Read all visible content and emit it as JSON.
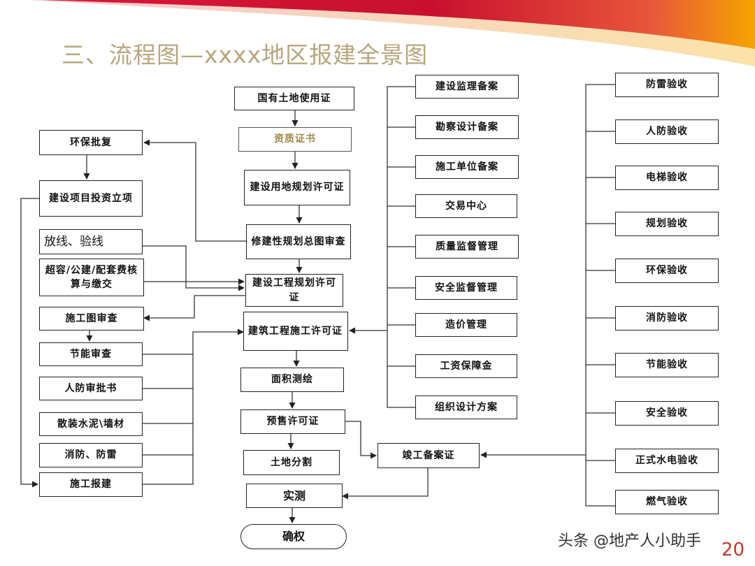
{
  "title": "三、流程图—xxxx地区报建全景图",
  "watermark": "头条 @地产人小助手",
  "page_number": "20",
  "colors": {
    "title": "#b8a77d",
    "banner_red": "#c8102e",
    "banner_orange": "#f6a400",
    "node_border": "#222222",
    "muted_text": "#a08a4a"
  },
  "center": {
    "land_cert": "国有土地使用证",
    "qualification": "资质证书",
    "land_planning_permit": "建设用地规划许可证",
    "detailed_plan_review": "修建性规划总图审查",
    "project_planning_permit": "建设工程规划许可证",
    "construction_permit": "建筑工程施工许可证",
    "area_survey": "面积测绘",
    "presale_permit": "预售许可证",
    "land_division": "土地分割",
    "actual_survey": "实测",
    "ownership": "确权"
  },
  "left": {
    "env_approval": "环保批复",
    "project_approval": "建设项目投资立项",
    "setout": "放线、验线",
    "fees": "超容/公建/配套费核算与缴交",
    "drawing_review": "施工图审查",
    "energy_review": "节能审查",
    "civil_defense_approval": "人防审批书",
    "cement_wall": "散装水泥\\墙材",
    "fire_lightning": "消防、防雷",
    "construction_filing": "施工报建"
  },
  "mid_right": {
    "items": [
      "建设监理备案",
      "勘察设计备案",
      "施工单位备案",
      "交易中心",
      "质量监督管理",
      "安全监督管理",
      "造价管理",
      "工资保障金",
      "组织设计方案"
    ],
    "completion_cert": "竣工备案证"
  },
  "right": {
    "items": [
      "防雷验收",
      "人防验收",
      "电梯验收",
      "规划验收",
      "环保验收",
      "消防验收",
      "节能验收",
      "安全验收",
      "正式水电验收",
      "燃气验收"
    ]
  }
}
